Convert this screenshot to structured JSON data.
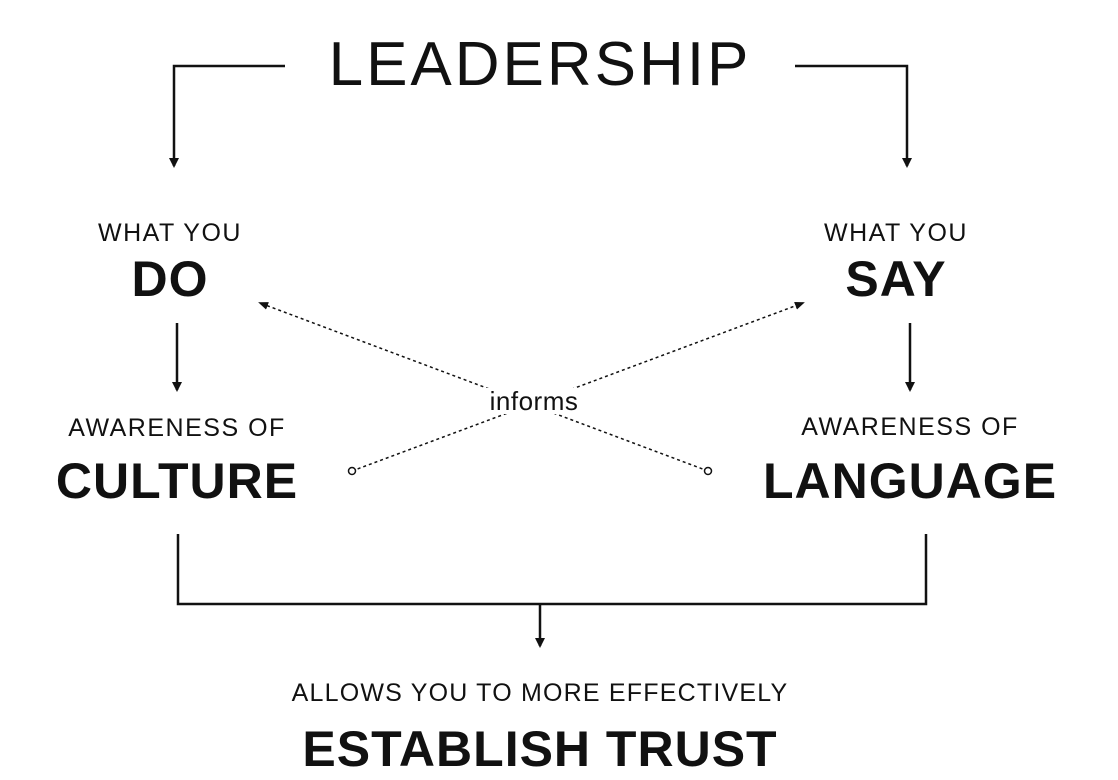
{
  "title": "LEADERSHIP",
  "left": {
    "prefix": "WHAT YOU",
    "action": "DO",
    "awareness_prefix": "AWARENESS OF",
    "awareness": "CULTURE"
  },
  "right": {
    "prefix": "WHAT YOU",
    "action": "SAY",
    "awareness_prefix": "AWARENESS OF",
    "awareness": "LANGUAGE"
  },
  "connector_label": "informs",
  "outcome": {
    "prefix": "ALLOWS YOU TO MORE EFFECTIVELY",
    "result": "ESTABLISH TRUST"
  }
}
